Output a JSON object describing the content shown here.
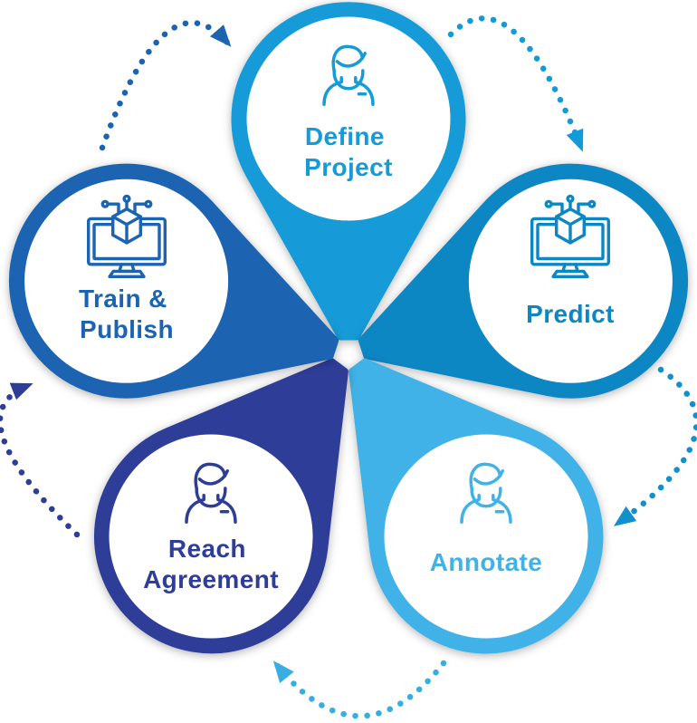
{
  "background": "#ffffff",
  "nodes": [
    {
      "id": "define-project",
      "lines": [
        "Define",
        "Project"
      ],
      "color": "#129BD8",
      "icon": "person-icon"
    },
    {
      "id": "predict",
      "lines": [
        "Predict"
      ],
      "color": "#1186C4",
      "icon": "monitor-ai-icon"
    },
    {
      "id": "annotate",
      "lines": [
        "Annotate"
      ],
      "color": "#41B2E7",
      "icon": "person-icon"
    },
    {
      "id": "reach-agreement",
      "lines": [
        "Reach",
        "Agreement"
      ],
      "color": "#2E3E97",
      "icon": "person-icon"
    },
    {
      "id": "train-publish",
      "lines": [
        "Train &",
        "Publish"
      ],
      "color": "#1C64B2",
      "icon": "monitor-ai-icon"
    }
  ],
  "arrows": [
    {
      "from": "train-publish",
      "to": "define-project",
      "color": "#1C64B2"
    },
    {
      "from": "define-project",
      "to": "predict",
      "color": "#129BD8"
    },
    {
      "from": "predict",
      "to": "annotate",
      "color": "#1290CB"
    },
    {
      "from": "annotate",
      "to": "reach-agreement",
      "color": "#38ADE4"
    },
    {
      "from": "reach-agreement",
      "to": "train-publish",
      "color": "#2E3E97"
    }
  ]
}
